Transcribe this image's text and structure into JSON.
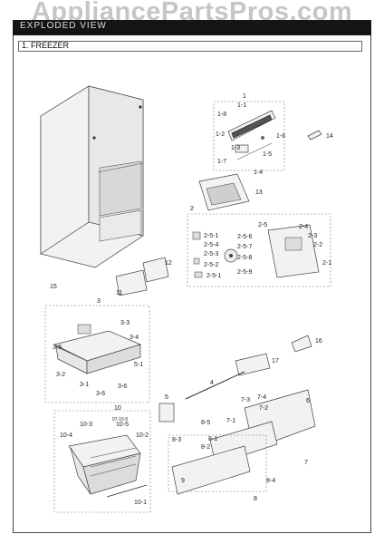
{
  "watermark": "AppliancePartsPros.com",
  "header": {
    "title": "EXPLODED VIEW"
  },
  "section": {
    "title": "1. FREEZER"
  },
  "labels": {
    "l1": "1",
    "l1_1": "1-1",
    "l1_8": "1-8",
    "l1_2": "1-2",
    "l1_3": "1-3",
    "l1_6": "1-6",
    "l1_5": "1-5",
    "l1_7": "1-7",
    "l1_4": "1-4",
    "l14": "14",
    "l13": "13",
    "l2": "2",
    "l2_5": "2-5",
    "l2_4": "2-4",
    "l2_3": "2-3",
    "l2_2": "2-2",
    "l2_1": "2-1",
    "l2_5_1a": "2-5-1",
    "l2_5_4": "2-5-4",
    "l2_5_3": "2-5-3",
    "l2_5_2": "2-5-2",
    "l2_5_1b": "2-5-1",
    "l2_5_6": "2-5-6",
    "l2_5_7": "2-5-7",
    "l2_5_8": "2-5-8",
    "l2_5_9": "2-5-9",
    "l12": "12",
    "l11": "11",
    "l15": "15",
    "l3": "3",
    "l3_3": "3-3",
    "l3_4": "3-4",
    "l3_5": "3-5",
    "l3_2": "3-2",
    "l5_1": "5-1",
    "l3_1": "3-1",
    "l3_6a": "3-6",
    "l3_6b": "3-6",
    "l16": "16",
    "l17": "17",
    "l4": "4",
    "l5": "5",
    "l6": "6",
    "l7_3": "7-3",
    "l7_4": "7-4",
    "l7_2": "7-2",
    "l7_1": "7-1",
    "l7": "7",
    "l8_5": "8-5",
    "l8_1": "8-1",
    "l8_3": "8-3",
    "l8_2": "8-2",
    "l8_4": "8-4",
    "l8": "8",
    "l9": "9",
    "l10": "10",
    "l10_3": "10-3",
    "l10_5": "10-5",
    "l10_4": "10-4",
    "l10_2": "10-2",
    "l10_1": "10-1",
    "l10_x": "07-10-5"
  },
  "icons": [
    "refrigerator-cabinet",
    "ice-maker",
    "fan-motor",
    "freezer-drawer",
    "basket"
  ]
}
